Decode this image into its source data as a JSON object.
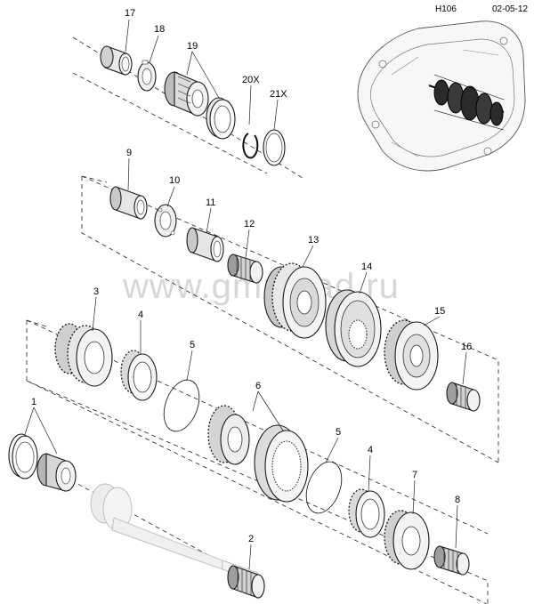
{
  "header": {
    "code": "H106",
    "date": "02-05-12"
  },
  "watermark": "www.gmmoad.ru",
  "labels": {
    "l1": "1",
    "l2": "2",
    "l3": "3",
    "l4a": "4",
    "l4b": "4",
    "l5a": "5",
    "l5b": "5",
    "l6": "6",
    "l7": "7",
    "l8": "8",
    "l9": "9",
    "l10": "10",
    "l11": "11",
    "l12": "12",
    "l13": "13",
    "l14": "14",
    "l15": "15",
    "l16": "16",
    "l17": "17",
    "l18": "18",
    "l19": "19",
    "l20": "20X",
    "l21": "21X"
  },
  "colors": {
    "line": "#1a1a1a",
    "fill_light": "#f2f2f2",
    "fill_mid": "#cfcfcf",
    "fill_dark": "#8a8a8a"
  }
}
